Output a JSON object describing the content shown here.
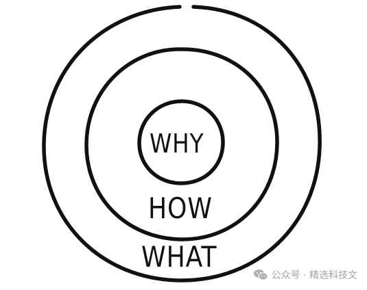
{
  "diagram": {
    "type": "concentric-circles",
    "stroke_color": "#111111",
    "background": "#ffffff",
    "labels": {
      "inner": "WHY",
      "middle": "HOW",
      "outer": "WHAT"
    }
  },
  "watermark": {
    "icon": "wechat-icon",
    "text": "公众号 · 精选科技文"
  }
}
